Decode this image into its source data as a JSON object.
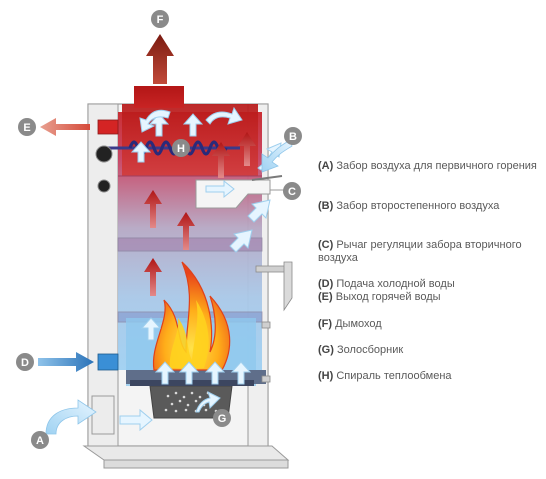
{
  "badges": {
    "A": "A",
    "B": "B",
    "C": "C",
    "D": "D",
    "E": "E",
    "F": "F",
    "G": "G",
    "H": "H"
  },
  "legend": [
    {
      "key": "(A)",
      "text": "Забор воздуха для первичного горения"
    },
    {
      "key": "(B)",
      "text": "Забор второстепенного воздуха"
    },
    {
      "key": "(C)",
      "text": "Рычаг регуляции забора вторичного воздуха"
    },
    {
      "key": "(D)",
      "text": "Подача холодной воды"
    },
    {
      "key": "(E)",
      "text": "Выход горячей  воды"
    },
    {
      "key": "(F)",
      "text": "Дымоход"
    },
    {
      "key": "(G)",
      "text": "Золосборник"
    },
    {
      "key": "(H)",
      "text": "Спираль теплообмена"
    }
  ],
  "colors": {
    "badge": "#8a8a8a",
    "hot": "#d62020",
    "cold": "#3a8fd6",
    "flame_outer": "#e8421a",
    "flame_inner": "#ffd21e",
    "frame": "#9a9a9a"
  }
}
